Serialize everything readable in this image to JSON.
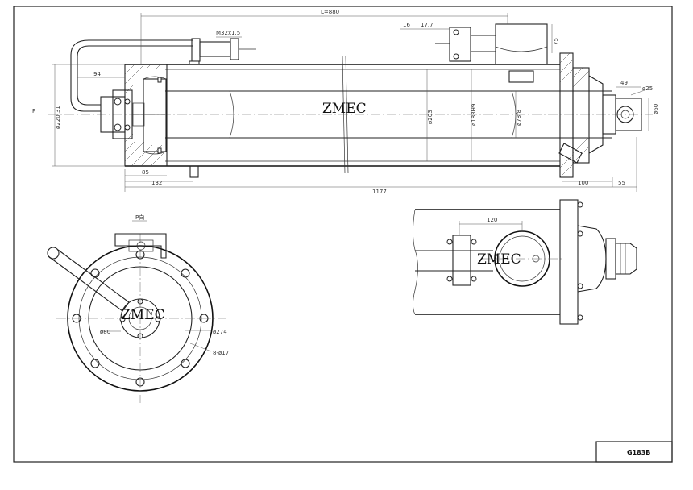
{
  "brand": "ZMEC",
  "drawing_code": "G183B",
  "view_label": "P向",
  "port_label": "P",
  "dimensions": {
    "stroke": "L=880",
    "thread": "M32x1.5",
    "d16": "16",
    "d17_7": "17.7",
    "d75": "75",
    "d49": "49",
    "d25": "ø25",
    "d60": "ø60",
    "d94": "94",
    "d220": "ø220.31",
    "d203": "ø203",
    "d183": "ø183H9",
    "d78": "ø78f8",
    "d85": "85",
    "d132": "132",
    "d1177": "1177",
    "d100": "100",
    "d55": "55",
    "d120": "120",
    "d80": "ø80",
    "d274": "ø274",
    "holes": "8-ø17"
  }
}
